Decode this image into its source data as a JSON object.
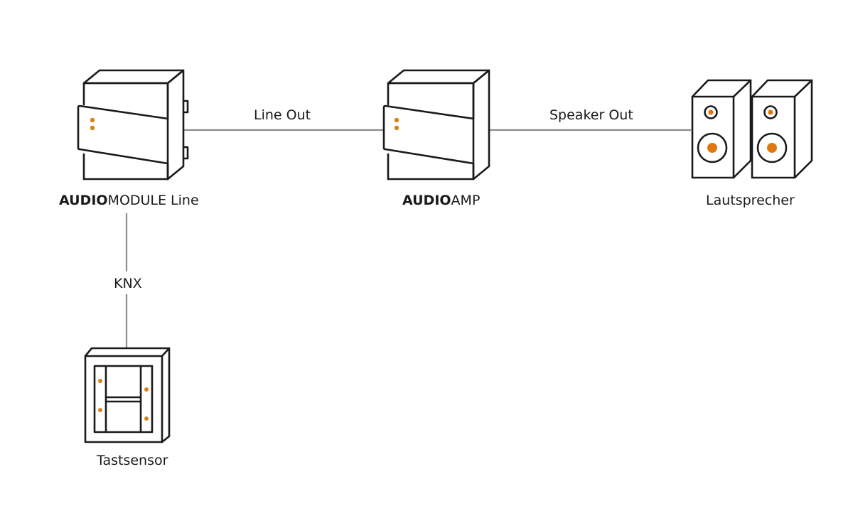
{
  "colors": {
    "stroke": "#1a1a1a",
    "connection": "#8c8c8c",
    "led": "#d9821c",
    "cone": "#e07810"
  },
  "devices": {
    "audiomodule": {
      "label_bold": "AUDIO",
      "label_rest": "MODULE Line",
      "icon": "din-rail-module-icon"
    },
    "audioamp": {
      "label_bold": "AUDIO",
      "label_rest": "AMP",
      "icon": "din-rail-amplifier-icon"
    },
    "speakers": {
      "label": "Lautsprecher",
      "icon": "speaker-pair-icon"
    },
    "tastsensor": {
      "label": "Tastsensor",
      "icon": "push-button-sensor-icon"
    }
  },
  "connections": {
    "line_out": "Line Out",
    "speaker_out": "Speaker Out",
    "knx": "KNX"
  }
}
